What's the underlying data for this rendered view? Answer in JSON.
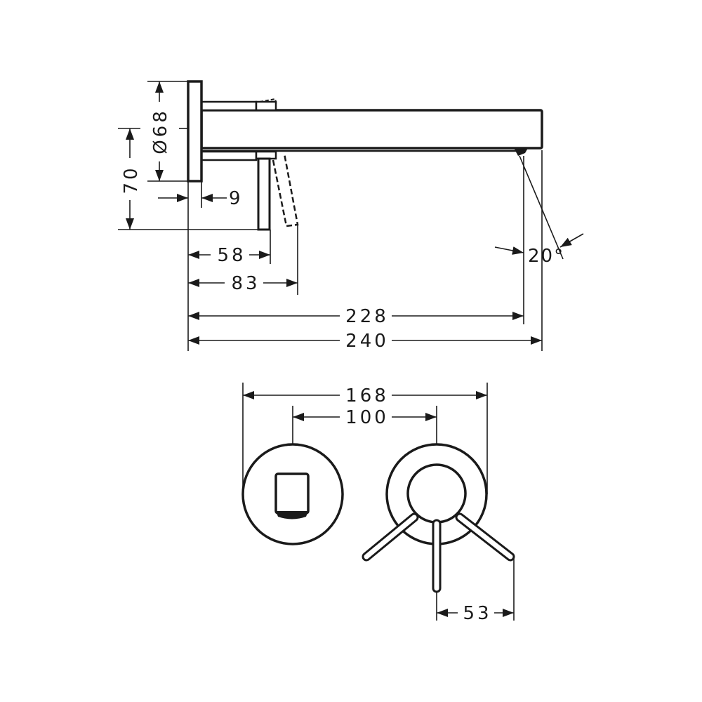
{
  "drawing": {
    "side_view": {
      "dimensions": {
        "rosette_diameter": "Ø68",
        "height": "70",
        "rosette_depth": "9",
        "lever_projection": "58",
        "lever_projection_open": "83",
        "spout_outlet": "228",
        "spout_length": "240",
        "outlet_angle": "20°"
      }
    },
    "front_view": {
      "dimensions": {
        "overall_width": "168",
        "center_distance": "100",
        "lever_offset": "53"
      }
    },
    "colors": {
      "line": "#1a1a1a",
      "background": "#ffffff"
    }
  }
}
